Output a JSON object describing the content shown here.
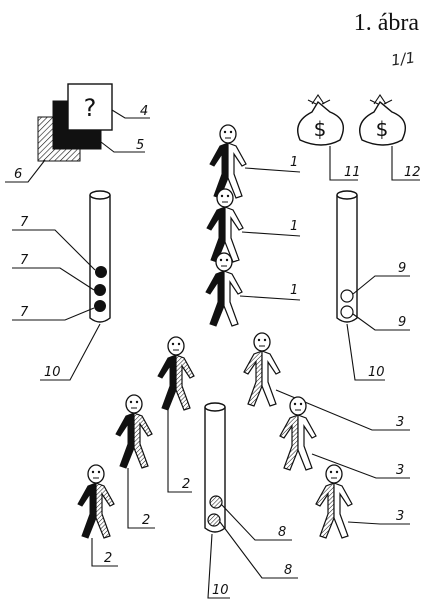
{
  "title": "1. ábra",
  "sheet": "1/1",
  "box_mark": "?",
  "money_sign": "$",
  "labels": {
    "l4": "4",
    "l5": "5",
    "l6": "6",
    "l11": "11",
    "l12": "12",
    "l7a": "7",
    "l7b": "7",
    "l7c": "7",
    "l10a": "10",
    "l1a": "1",
    "l1b": "1",
    "l1c": "1",
    "l9a": "9",
    "l9b": "9",
    "l10b": "10",
    "l3a": "3",
    "l3b": "3",
    "l3c": "3",
    "l2a": "2",
    "l2b": "2",
    "l2c": "2",
    "l8a": "8",
    "l8b": "8",
    "l10c": "10"
  }
}
